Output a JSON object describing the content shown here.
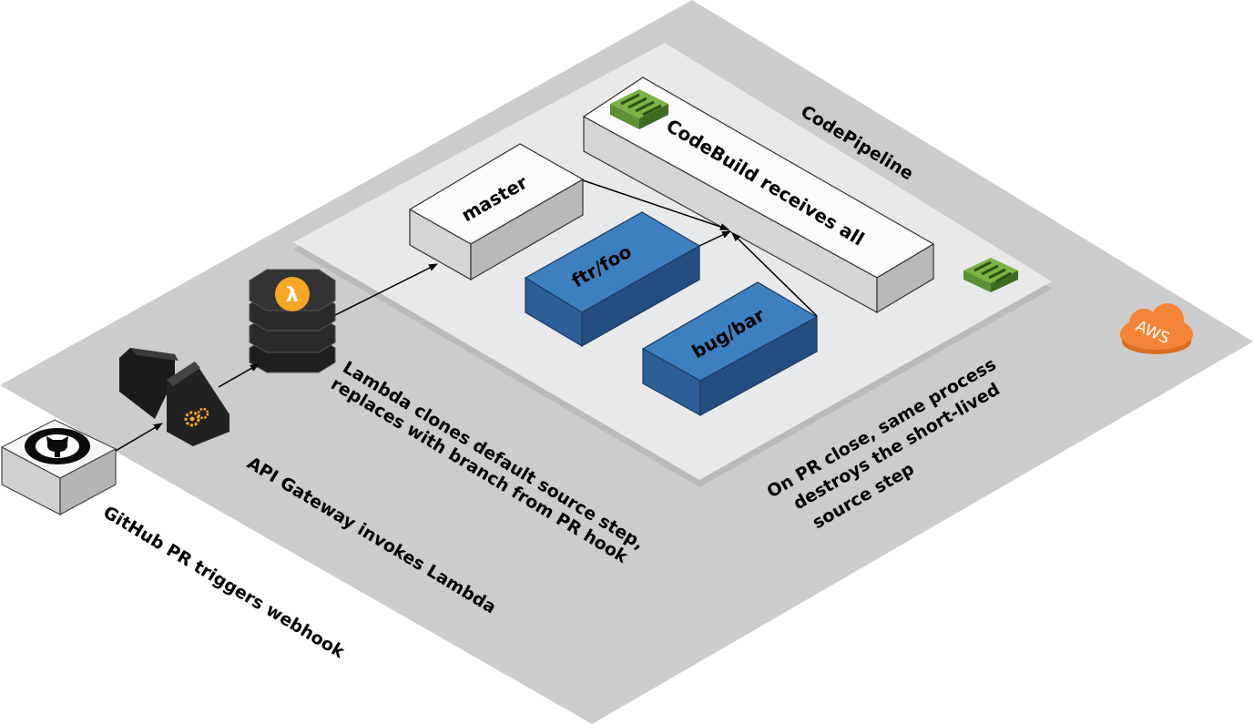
{
  "labels": {
    "codepipeline": "CodePipeline",
    "codebuild": "CodeBuild receives all",
    "master": "master",
    "ftr": "ftr/foo",
    "bug": "bug/bar",
    "aws": "AWS",
    "lambda_symbol": "λ",
    "lambda_caption_1": "Lambda clones default source step,",
    "lambda_caption_2": "replaces with branch from PR hook",
    "close_caption_1": "On PR close, same process",
    "close_caption_2": "destroys the short-lived",
    "close_caption_3": "source step",
    "api_caption": "API Gateway invokes Lambda",
    "github_caption": "GitHub PR triggers webhook"
  },
  "colors": {
    "outer_platform": "#cccccc",
    "inner_platform": "#e8e9eb",
    "light_block_top": "#fbfbfb",
    "light_block_side": "#d5d5d5",
    "blue_block_top": "#3d80c0",
    "blue_block_side": "#254e80",
    "dark_stack": "#2a2a2a",
    "lambda_orange": "#f5a623",
    "aws_orange": "#f58536",
    "codebuild_green": "#5d8f34"
  },
  "icons": [
    "github-icon",
    "api-gateway-icon",
    "lambda-icon",
    "codebuild-icon",
    "aws-cloud-icon"
  ]
}
